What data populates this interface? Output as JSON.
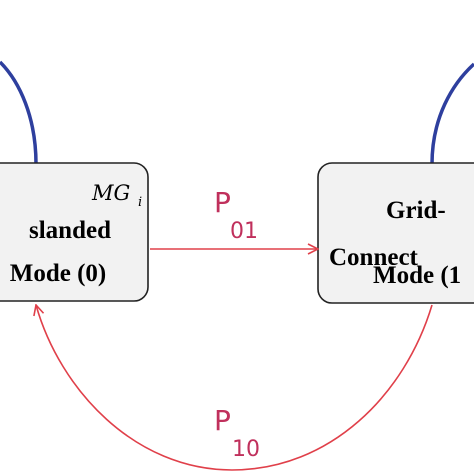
{
  "states": {
    "left": {
      "line1": "slanded",
      "line2": "Mode (0)",
      "tag_main": "MG",
      "tag_sub": "i"
    },
    "right": {
      "line1": "Grid-",
      "line2": "Connect",
      "line3": "Mode (1"
    }
  },
  "transitions": {
    "forward": {
      "main": "P",
      "sub": "01"
    },
    "backward": {
      "main": "P",
      "sub": "10"
    }
  },
  "colors": {
    "self_loop": "#2e3f9e",
    "transition_arrow": "#e0404a",
    "transition_label": "#c0305c",
    "box_fill": "#f2f2f2",
    "box_border": "#222222"
  }
}
